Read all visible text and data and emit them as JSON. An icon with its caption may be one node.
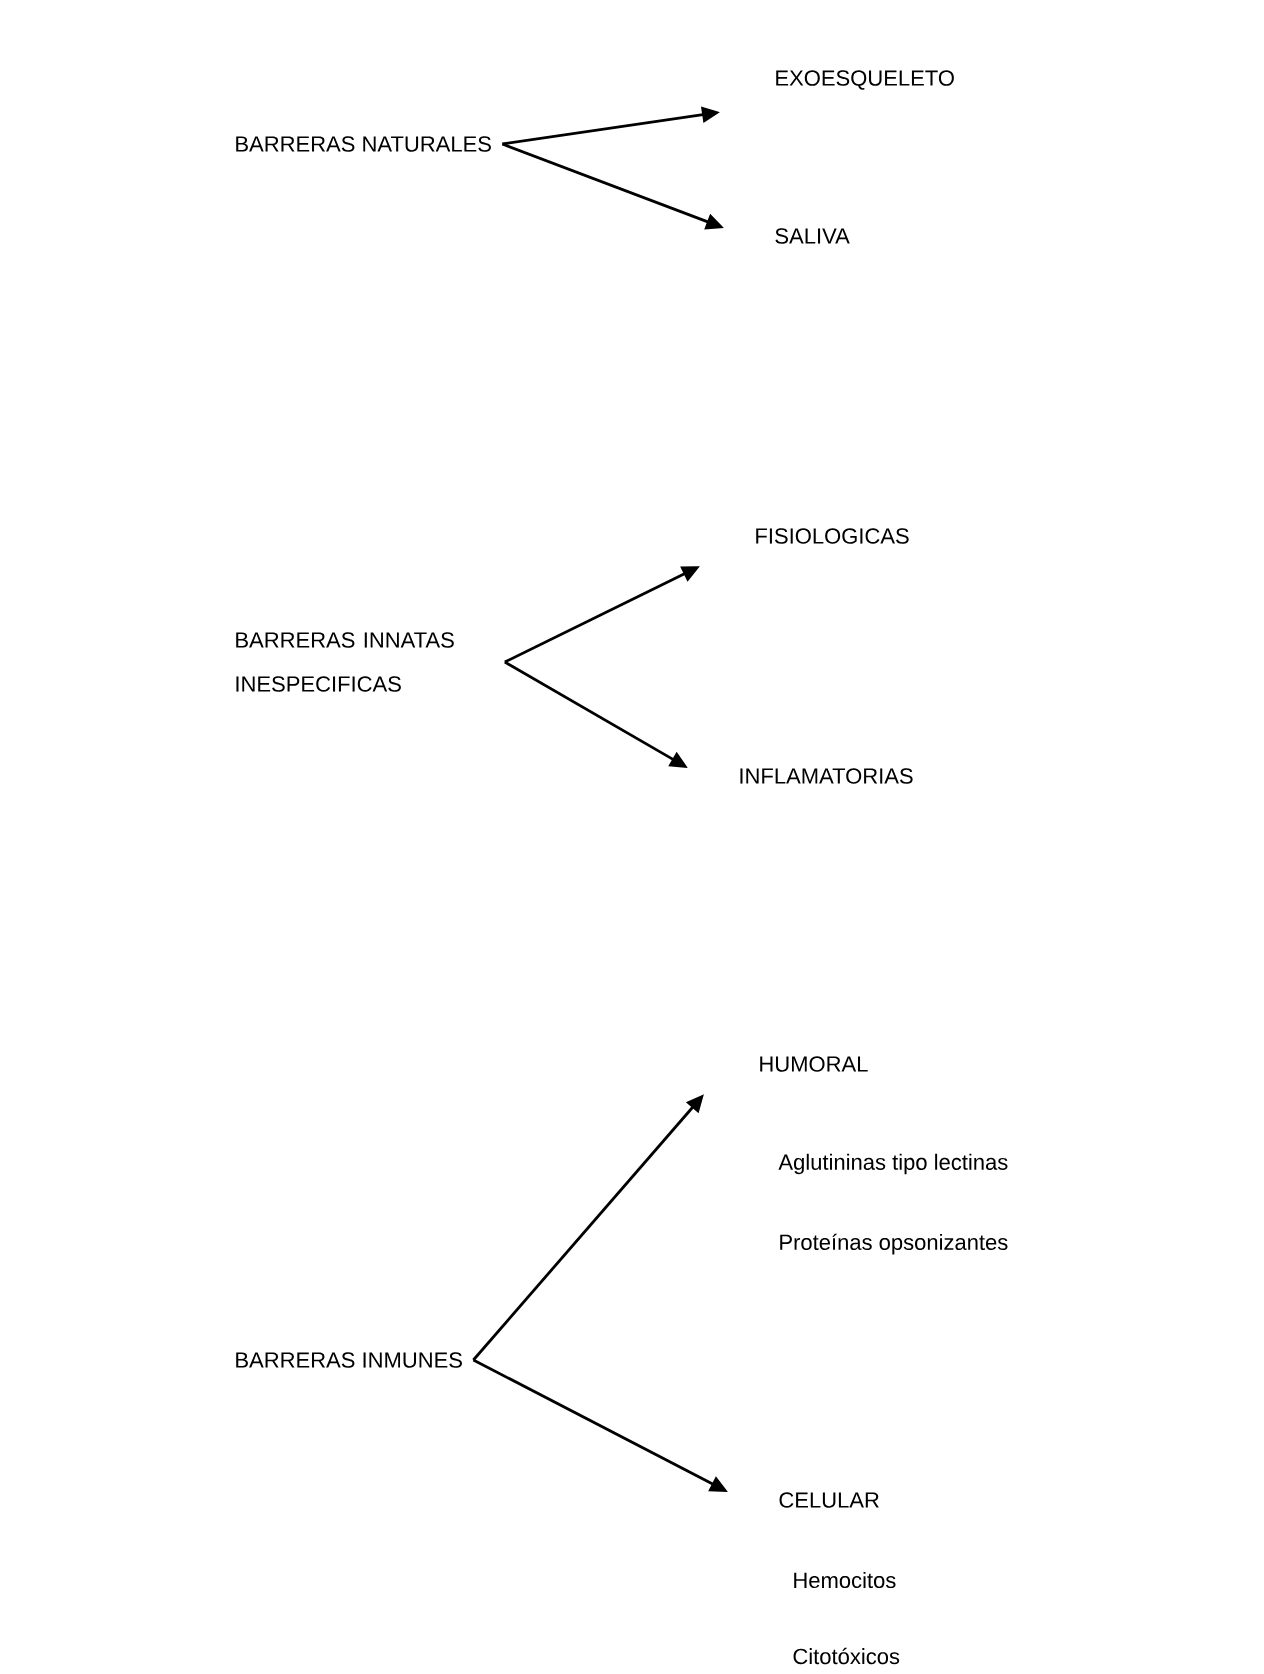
{
  "diagram": {
    "nodes": [
      {
        "text": [
          "BARRERAS NATURALES"
        ]
      },
      {
        "text": [
          "EXOESQUELETO"
        ]
      },
      {
        "text": [
          "SALIVA"
        ]
      },
      {
        "text": [
          "BARRERAS INNATAS INESPECIFICAS"
        ]
      },
      {
        "text": [
          "FISIOLOGICAS"
        ]
      },
      {
        "text": [
          "INFLAMATORIAS"
        ]
      },
      {
        "text": [
          "BARRERAS INMUNES"
        ]
      },
      {
        "text": [
          "HUMORAL"
        ],
        "beside": [
          "Aglutininas tipo lectinas",
          "Proteínas opsonizantes"
        ]
      },
      {
        "text": [
          "CELULAR"
        ],
        "beside": [
          "Hemocitos",
          "Citotóxicos"
        ]
      }
    ],
    "edges": [
      {
        "from": 0,
        "to": 1,
        "arrow": "to"
      },
      {
        "from": 0,
        "to": 2,
        "arrow": "to"
      },
      {
        "from": 3,
        "to": 4,
        "arrow": "to"
      },
      {
        "from": 3,
        "to": 5,
        "arrow": "to"
      },
      {
        "from": 6,
        "to": 7,
        "arrow": "to"
      },
      {
        "from": 6,
        "to": 8,
        "arrow": "to"
      }
    ]
  }
}
